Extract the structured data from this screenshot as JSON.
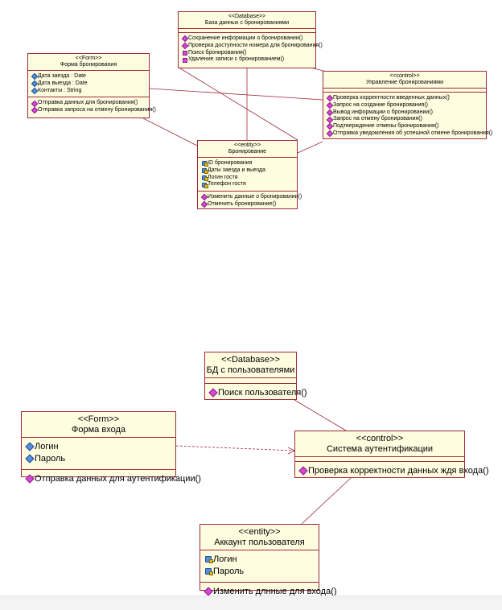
{
  "diagram1": {
    "db": {
      "stereotype": "<<Database>>",
      "name": "База данных с бронированиями",
      "operations": [
        "Сохранение информации о бронировании()",
        "Проверка доступности номера для бронирования()",
        "Поиск бронирования()",
        "Удаление записи с бронированием()"
      ]
    },
    "form": {
      "stereotype": "<<Form>>",
      "name": "Форма бронирования",
      "attributes": [
        "Дата заезда : Date",
        "Дата выезда : Date",
        "Контакты : String"
      ],
      "operations": [
        "Отправка данных для бронирования()",
        "Отправка запроса на отмену бронирования()"
      ]
    },
    "control": {
      "stereotype": "<<control>>",
      "name": "Управление бронированиями",
      "operations": [
        "Проверка корректности введенных данных()",
        "Запрос на создание бронирования()",
        "Вывод информации о бронировании()",
        "Запрос на отмену бронирования()",
        "Подтверждение отмены бронирования()",
        "Отправка уведомления об успешной отмене бронирования()"
      ]
    },
    "entity": {
      "stereotype": "<<entity>>",
      "name": "Бронирование",
      "attributes": [
        "ID бронирования",
        "Даты заезда и выезда",
        "Логин гостя",
        "Телефон гостя"
      ],
      "operations": [
        "Изменить данные о бронировании()",
        "Отменить бронирование()"
      ]
    }
  },
  "diagram2": {
    "db": {
      "stereotype": "<<Database>>",
      "name": "БД с пользователями",
      "operations": [
        "Поиск пользователя()"
      ]
    },
    "form": {
      "stereotype": "<<Form>>",
      "name": "Форма входа",
      "attributes": [
        "Логин",
        "Пароль"
      ],
      "operations": [
        "Отправка данных для аутентификации()"
      ]
    },
    "control": {
      "stereotype": "<<control>>",
      "name": "Система аутентификации",
      "operations": [
        "Проверка корректности данных ждя входа()"
      ]
    },
    "entity": {
      "stereotype": "<<entity>>",
      "name": "Аккаунт пользователя",
      "attributes": [
        "Логин",
        "Пароль"
      ],
      "operations": [
        "Изменить длнные для входа()"
      ]
    }
  },
  "colors": {
    "border": "#9c2a3c",
    "fill": "#fffde0",
    "line": "#9c2a3c"
  }
}
